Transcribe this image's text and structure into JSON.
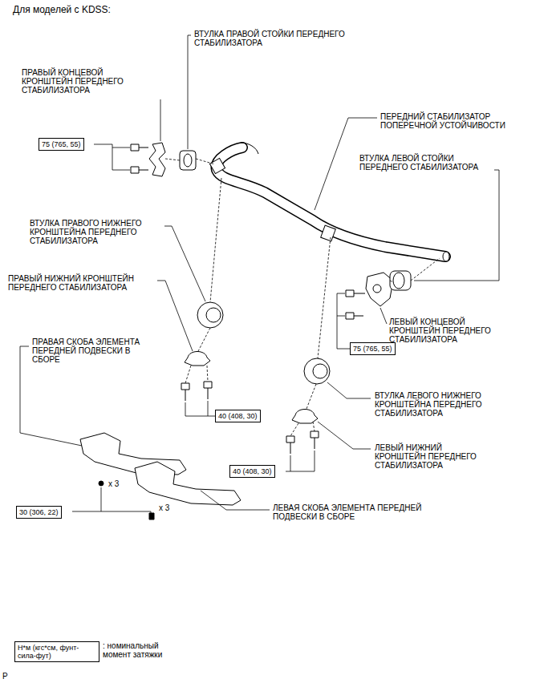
{
  "diagram": {
    "title": "Для моделей с KDSS:",
    "nodes": [
      {
        "text": [
          "75 (765, 55)"
        ]
      },
      {
        "text": [
          "75 (765, 55)"
        ]
      },
      {
        "text": [
          "40 (408, 30)"
        ]
      },
      {
        "text": [
          "40 (408, 30)"
        ]
      },
      {
        "text": [
          "30 (306, 22)"
        ]
      },
      {
        "text": [
          "Н*м (кгс*см, фунт-сила-фут)"
        ]
      }
    ],
    "labels": [
      "ВТУЛКА ПРАВОЙ СТОЙКИ ПЕРЕДНЕГО СТАБИЛИЗАТОРА",
      "ПРАВЫЙ КОНЦЕВОЙ КРОНШТЕЙН ПЕРЕДНЕГО СТАБИЛИЗАТОРА",
      "ПЕРЕДНИЙ СТАБИЛИЗАТОР ПОПЕРЕЧНОЙ УСТОЙЧИВОСТИ",
      "ВТУЛКА ЛЕВОЙ СТОЙКИ ПЕРЕДНЕГО СТАБИЛИЗАТОРА",
      "ВТУЛКА ПРАВОГО НИЖНЕГО КРОНШТЕЙНА ПЕРЕДНЕГО СТАБИЛИЗАТОРА",
      "ПРАВЫЙ НИЖНИЙ КРОНШТЕЙН ПЕРЕДНЕГО СТАБИЛИЗАТОРА",
      "ЛЕВЫЙ КОНЦЕВОЙ КРОНШТЕЙН ПЕРЕДНЕГО СТАБИЛИЗАТОРА",
      "ПРАВАЯ СКОБА ЭЛЕМЕНТА ПЕРЕДНЕЙ ПОДВЕСКИ В СБОРЕ",
      "ВТУЛКА ЛЕВОГО НИЖНЕГО КРОНШТЕЙНА ПЕРЕДНЕГО СТАБИЛИЗАТОРА",
      "ЛЕВЫЙ НИЖНИЙ КРОНШТЕЙН ПЕРЕДНЕГО СТАБИЛИЗАТОРА",
      "x 3",
      "x 3",
      "ЛЕВАЯ СКОБА ЭЛЕМЕНТА ПЕРЕДНЕЙ ПОДВЕСКИ В СБОРЕ",
      ": номинальный момент затяжки",
      "P"
    ]
  }
}
